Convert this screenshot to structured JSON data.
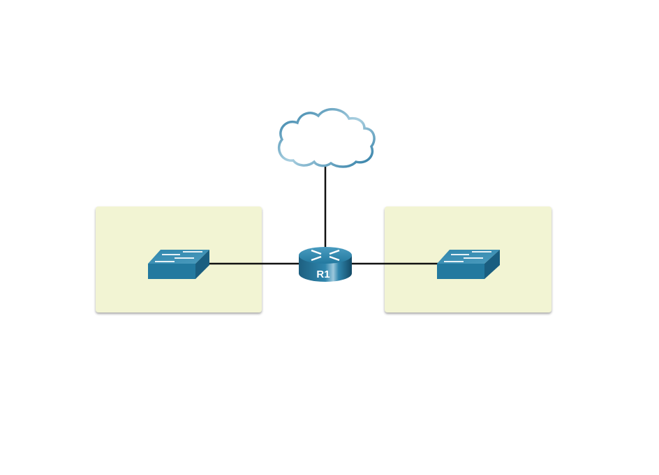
{
  "devices": {
    "router": {
      "label": "R1"
    },
    "cloud": {
      "label": ""
    },
    "switches": [
      "left-switch",
      "right-switch"
    ]
  },
  "colors": {
    "zone_fill": "#f2f4d3",
    "device_blue": "#23799f",
    "link": "#000000"
  }
}
